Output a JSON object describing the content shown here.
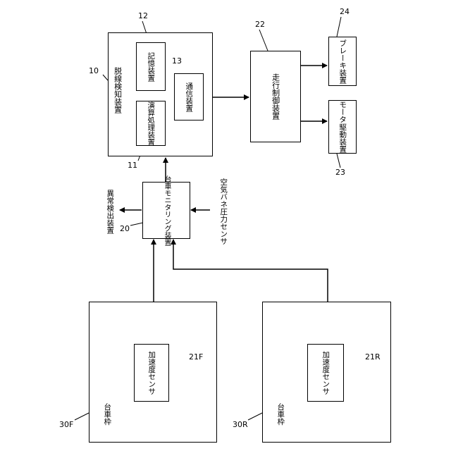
{
  "colors": {
    "line": "#000000",
    "background": "#ffffff"
  },
  "blocks": {
    "detector": {
      "label": "脱線検知装置",
      "ref": "10"
    },
    "processor": {
      "label_lines": [
        "演算処理",
        "装置"
      ],
      "ref": "11"
    },
    "storage": {
      "label": "記憶装置",
      "ref": "12"
    },
    "comm": {
      "label_lines": [
        "通信",
        "装置"
      ],
      "ref": "13"
    },
    "travel_ctrl": {
      "label": "走行制御装置",
      "ref": "22"
    },
    "brake": {
      "label_lines": [
        "ブレーキ",
        "装置"
      ],
      "ref": "24"
    },
    "motor": {
      "label_lines": [
        "モータ",
        "駆動装置"
      ],
      "ref": "23"
    },
    "bogie_monitor": {
      "label_lines": [
        "台車",
        "モニタリング",
        "装置"
      ],
      "ref": "20"
    },
    "abnormality": {
      "label": "異常検出装置"
    },
    "air_spring": {
      "label_lines": [
        "空気バネ",
        "圧力センサ"
      ]
    },
    "frame_front": {
      "label": "台車枠",
      "ref": "30F"
    },
    "frame_rear": {
      "label": "台車枠",
      "ref": "30R"
    },
    "accel_front": {
      "label_lines": [
        "加速度",
        "センサ"
      ],
      "ref": "21F"
    },
    "accel_rear": {
      "label_lines": [
        "加速度",
        "センサ"
      ],
      "ref": "21R"
    }
  }
}
